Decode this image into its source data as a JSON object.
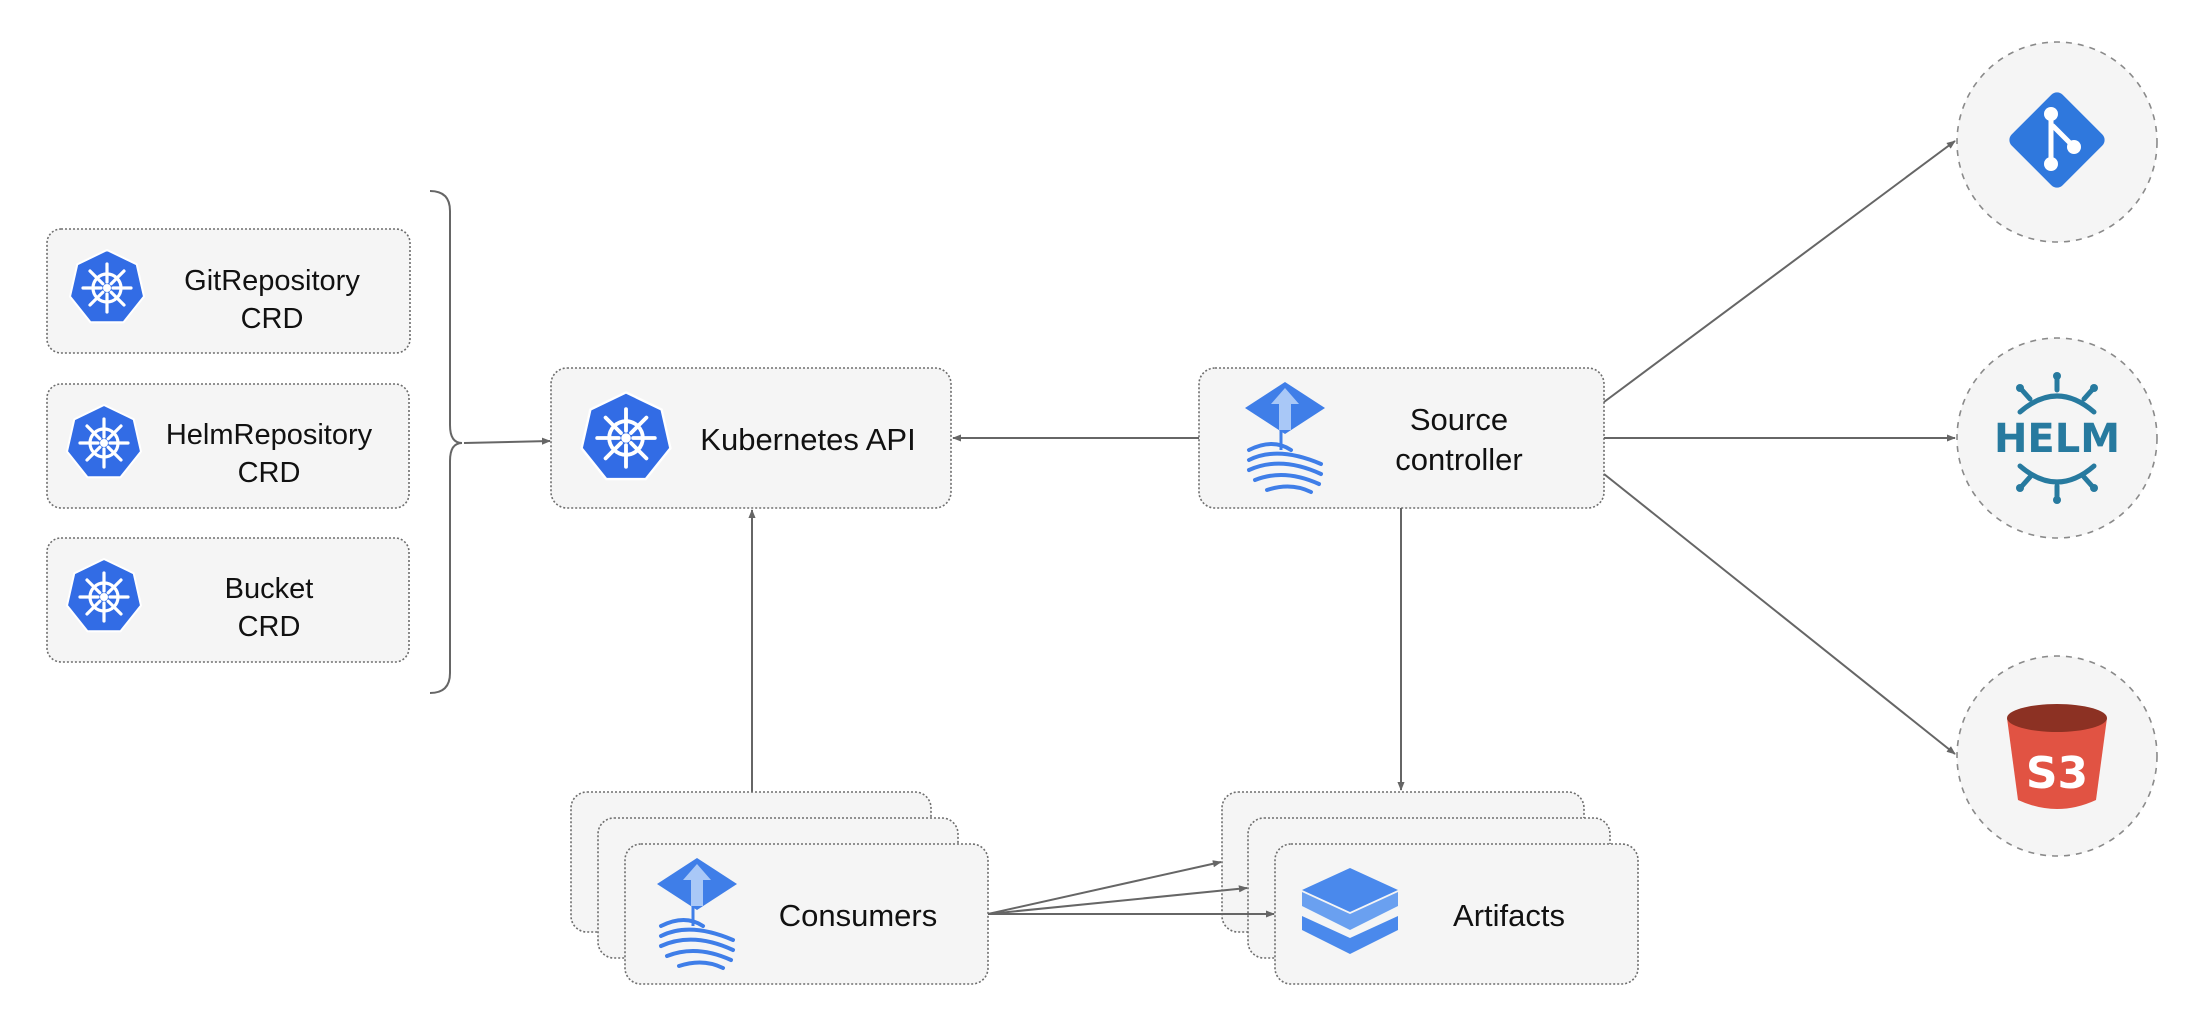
{
  "crds": [
    {
      "line1": "GitRepository",
      "line2": "CRD"
    },
    {
      "line1": "HelmRepository",
      "line2": "CRD"
    },
    {
      "line1": "Bucket",
      "line2": "CRD"
    }
  ],
  "kubernetes_api": {
    "label": "Kubernetes API"
  },
  "source_controller": {
    "line1": "Source",
    "line2": "controller"
  },
  "consumers": {
    "label": "Consumers"
  },
  "artifacts": {
    "label": "Artifacts"
  },
  "sources": {
    "helm_label": "HELM",
    "s3_label": "S3"
  },
  "colors": {
    "k8s_blue": "#326ce5",
    "flux_blue": "#3f7ee8",
    "git_blue": "#2f78dd",
    "helm_teal": "#277a9f",
    "s3_red": "#e15343",
    "s3_dark": "#8c3123",
    "layers_blue": "#4a89ec"
  }
}
